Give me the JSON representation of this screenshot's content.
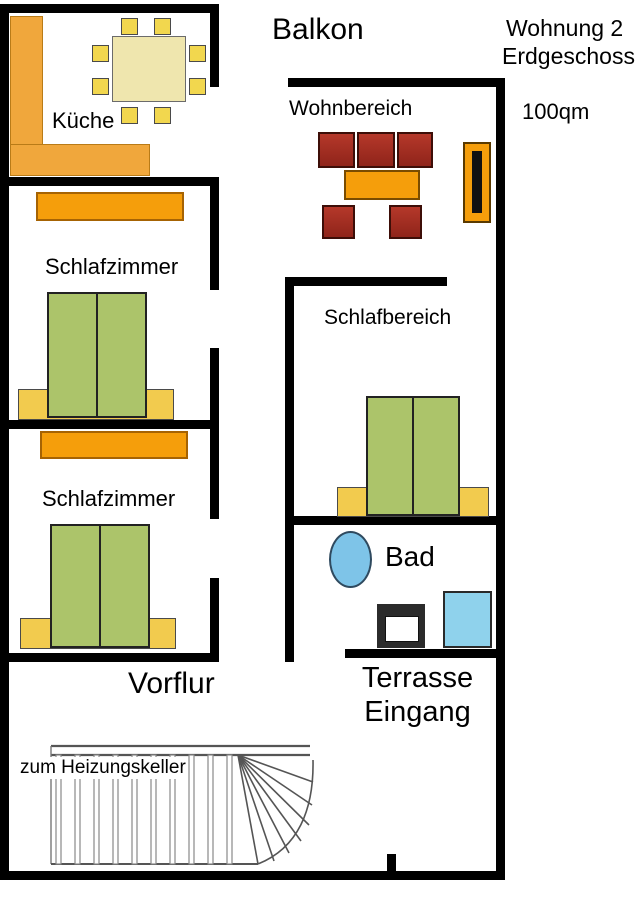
{
  "plan": {
    "title_line1": "Wohnung 2",
    "title_line2": "Erdgeschoss",
    "area_label": "100qm"
  },
  "rooms": {
    "balkon": "Balkon",
    "kueche": "Küche",
    "wohnbereich": "Wohnbereich",
    "schlafzimmer_oben": "Schlafzimmer",
    "schlafbereich": "Schlafbereich",
    "schlafzimmer_unten": "Schlafzimmer",
    "bad": "Bad",
    "vorflur": "Vorflur",
    "terrasse_line1": "Terrasse",
    "terrasse_line2": "Eingang",
    "treppe": "zum Heizungskeller"
  },
  "colors": {
    "wall": "#000000",
    "furniture_orange": "#F59E0B",
    "counter_orange": "#F0A73C",
    "bed_green": "#ACC46A",
    "accent_yellow": "#F2CB4E",
    "sofa_red": "#A93226",
    "bath_blue": "#7EC4E8",
    "table_cream": "#EFE6AE"
  }
}
